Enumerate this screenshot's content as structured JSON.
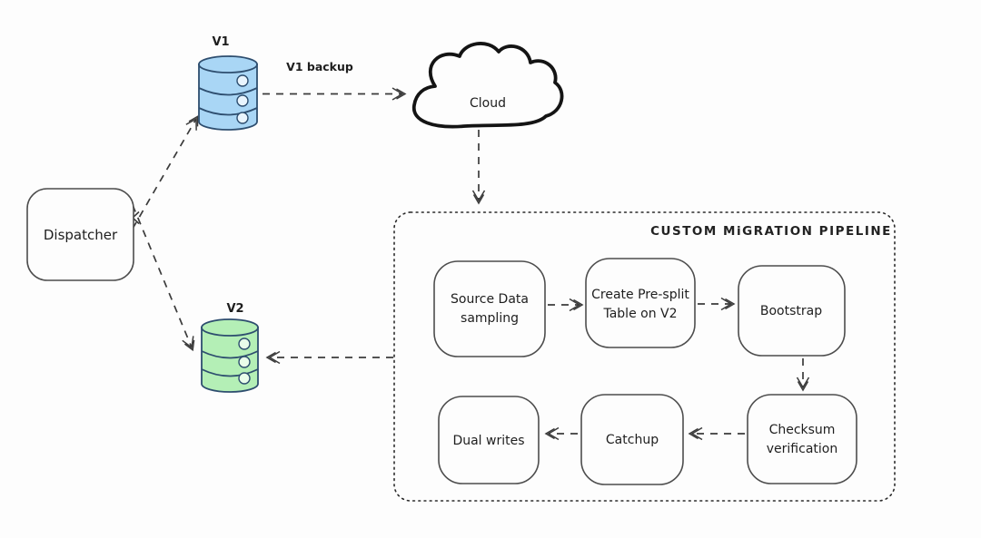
{
  "diagram": {
    "pipeline": {
      "title": "CUSTOM MiGRATION PIPELINE"
    },
    "nodes": {
      "dispatcher": {
        "label": "Dispatcher"
      },
      "v1": {
        "label": "V1"
      },
      "v2": {
        "label": "V2"
      },
      "cloud": {
        "label": "Cloud"
      },
      "source_data_sampling": {
        "line1": "Source Data",
        "line2": "sampling"
      },
      "create_presplit_table": {
        "line1": "Create Pre-split",
        "line2": "Table on V2"
      },
      "bootstrap": {
        "label": "Bootstrap"
      },
      "checksum_verification": {
        "line1": "Checksum",
        "line2": "verification"
      },
      "catchup": {
        "label": "Catchup"
      },
      "dual_writes": {
        "label": "Dual writes"
      }
    },
    "edges": {
      "v1_backup": {
        "label": "V1 backup"
      }
    },
    "colors": {
      "v1_db_fill": "#a9d6f5",
      "v2_db_fill": "#b4efb6",
      "db_stroke": "#2e4e6f",
      "v1_dot_fill": "#e9f5fe",
      "v2_dot_fill": "#e9fdea",
      "connector": "#3b3b3b",
      "box_stroke": "#4d4d4d",
      "cloud_stroke": "#141414",
      "text": "#1e1e1e",
      "background": "#fdfdfd"
    }
  }
}
